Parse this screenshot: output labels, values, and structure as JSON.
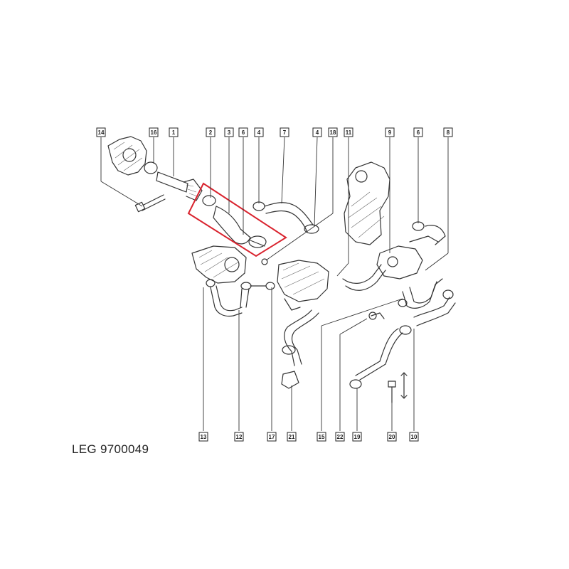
{
  "reference": "LEG 9700049",
  "callouts": [
    {
      "id": "c14",
      "label": "14"
    },
    {
      "id": "c16",
      "label": "16"
    },
    {
      "id": "c1",
      "label": "1"
    },
    {
      "id": "c2",
      "label": "2"
    },
    {
      "id": "c3",
      "label": "3"
    },
    {
      "id": "c6a",
      "label": "6"
    },
    {
      "id": "c4a",
      "label": "4"
    },
    {
      "id": "c7",
      "label": "7"
    },
    {
      "id": "c4b",
      "label": "4"
    },
    {
      "id": "c18",
      "label": "18"
    },
    {
      "id": "c11",
      "label": "11"
    },
    {
      "id": "c9",
      "label": "9"
    },
    {
      "id": "c6b",
      "label": "6"
    },
    {
      "id": "c8",
      "label": "8"
    },
    {
      "id": "c13",
      "label": "13"
    },
    {
      "id": "c12",
      "label": "12"
    },
    {
      "id": "c17",
      "label": "17"
    },
    {
      "id": "c21",
      "label": "21"
    },
    {
      "id": "c15",
      "label": "15"
    },
    {
      "id": "c22",
      "label": "22"
    },
    {
      "id": "c19",
      "label": "19"
    },
    {
      "id": "c20",
      "label": "20"
    },
    {
      "id": "c10",
      "label": "10"
    }
  ],
  "colors": {
    "line": "#333333",
    "highlight": "#d9232e",
    "background": "#ffffff"
  }
}
